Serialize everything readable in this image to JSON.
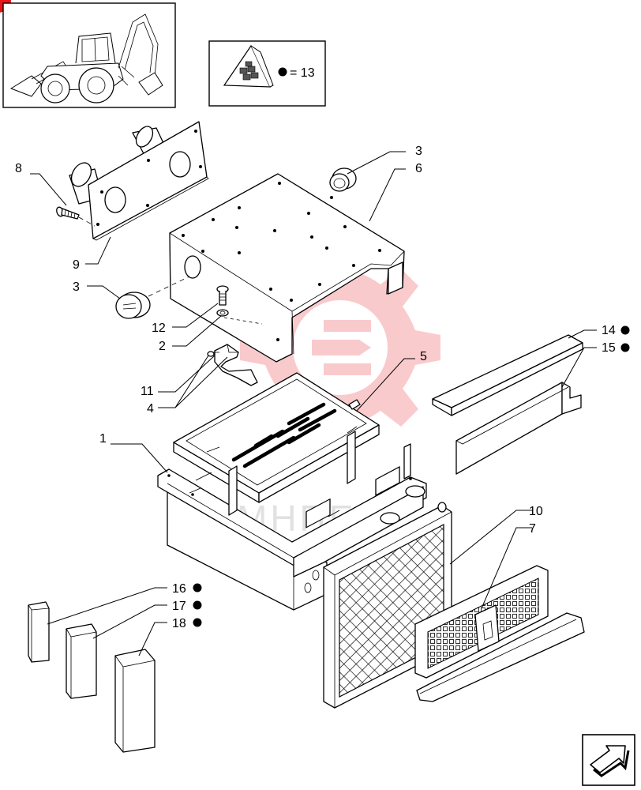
{
  "legend": {
    "value": "= 13"
  },
  "watermark": {
    "text": "МНПЕХ"
  },
  "labels": {
    "l1": "1",
    "l2": "2",
    "l3a": "3",
    "l3b": "3",
    "l4": "4",
    "l5": "5",
    "l6": "6",
    "l7": "7",
    "l8": "8",
    "l9": "9",
    "l10": "10",
    "l11": "11",
    "l12": "12",
    "l14": "14",
    "l15": "15",
    "l16": "16",
    "l17": "17",
    "l18": "18"
  },
  "icons": {
    "corner_mark": "red-corner-marker",
    "thumbnail": "backhoe-loader-icon",
    "kit": "kit-box-icon",
    "bullet": "filled-dot-icon",
    "nav": "next-page-arrow-icon"
  },
  "colors": {
    "watermark": "#e8141a",
    "ink": "#000000",
    "paper": "#ffffff"
  }
}
